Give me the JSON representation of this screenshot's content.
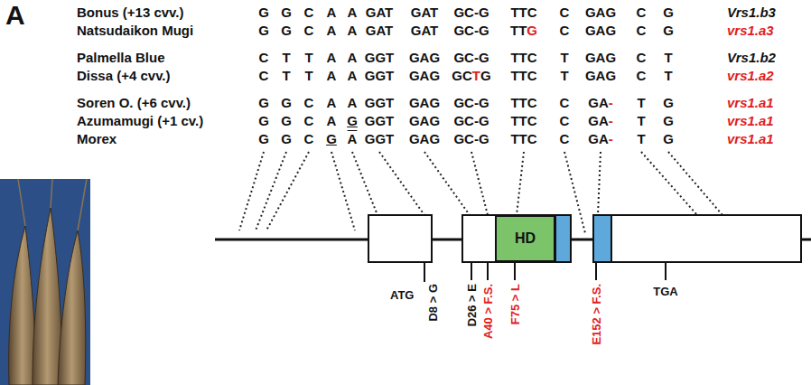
{
  "diagram": {
    "nodes": [
      {
        "text": [
          "HD"
        ]
      }
    ],
    "labels": [
      "A",
      "Bonus (+13 cvv.)",
      "G",
      "G",
      "C",
      "A",
      "A",
      "GAT",
      "GAT",
      "GC-G",
      "TTC",
      "C",
      "GAG",
      "C",
      "G",
      "Vrs1.b3",
      "Natsudaikon Mugi",
      "G",
      "G",
      "C",
      "A",
      "A",
      "GAT",
      "GAT",
      "GC-G",
      "TTG",
      "C",
      "GAG",
      "C",
      "G",
      "vrs1.a3",
      "Palmella Blue",
      "C",
      "T",
      "T",
      "A",
      "A",
      "GGT",
      "GAG",
      "GC-G",
      "TTC",
      "T",
      "GAG",
      "C",
      "T",
      "Vrs1.b2",
      "Dissa (+4 cvv.)",
      "C",
      "T",
      "T",
      "A",
      "A",
      "GGT",
      "GAG",
      "GCTG",
      "TTC",
      "T",
      "GAG",
      "C",
      "T",
      "vrs1.a2",
      "Soren O. (+6 cvv.)",
      "G",
      "G",
      "C",
      "A",
      "A",
      "GGT",
      "GAG",
      "GC-G",
      "TTC",
      "C",
      "GA-",
      "T",
      "G",
      "vrs1.a1",
      "Azumamugi (+1 cv.)",
      "G",
      "G",
      "C",
      "A",
      "G",
      "GGT",
      "GAG",
      "GC-G",
      "TTC",
      "C",
      "GA-",
      "T",
      "G",
      "vrs1.a1",
      "Morex",
      "G",
      "G",
      "C",
      "G",
      "A",
      "GGT",
      "GAG",
      "GC-G",
      "TTC",
      "C",
      "GA-",
      "T",
      "G",
      "vrs1.a1",
      "ATG",
      "D8 > G",
      "D26 > E",
      "A40 > F.S.",
      "F75 > L",
      "E152 > F.S.",
      "TGA"
    ]
  }
}
